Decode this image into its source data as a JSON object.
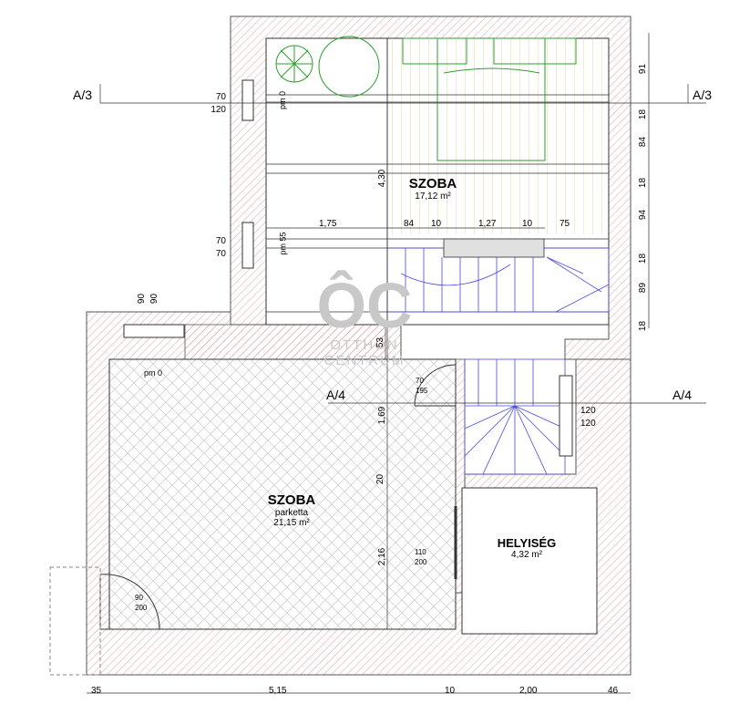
{
  "rooms": [
    {
      "name": "SZOBA",
      "area": "17,12 m²"
    },
    {
      "name": "SZOBA",
      "subtitle": "parketta",
      "area": "21,15 m²"
    },
    {
      "name": "HELYISÉG",
      "area": "4,32 m²"
    }
  ],
  "sections": {
    "a3": "A/3",
    "a4": "A/4"
  },
  "heights": {
    "pm0": "pm 0",
    "pm55": "pm 55",
    "pm0_hall": "pm 0"
  },
  "openings": {
    "w_top_1": {
      "w": "70",
      "h": "120"
    },
    "w_top_2": {
      "w": "70",
      "h": "70"
    },
    "w_left": {
      "w": "90",
      "h": "90"
    },
    "w_right": {
      "w": "120",
      "h": "120"
    },
    "door_stair": {
      "w": "70",
      "h": "195"
    },
    "door_bath": {
      "w": "110",
      "h": "200"
    },
    "door_entry": {
      "w": "90",
      "h": "200"
    }
  },
  "dims_vertical_right": [
    "91",
    "18",
    "84",
    "18",
    "94",
    "18",
    "89",
    "18"
  ],
  "dims_upper_row": [
    "1,75",
    "84",
    "10",
    "1,27",
    "10",
    "75"
  ],
  "dims_inner_vertical": [
    "4,30",
    "53",
    "1,69",
    "20",
    "2,16"
  ],
  "dims_bottom": [
    "35",
    "5,15",
    "10",
    "2,00",
    "46"
  ],
  "watermark": {
    "line1": "OTTHON",
    "line2": "CENTRUM"
  },
  "colors": {
    "wall_hatch": "#d98a8a",
    "stair": "#4a4ae0",
    "plant": "#2e9e2e",
    "floor_wood": "#d8d08a"
  }
}
